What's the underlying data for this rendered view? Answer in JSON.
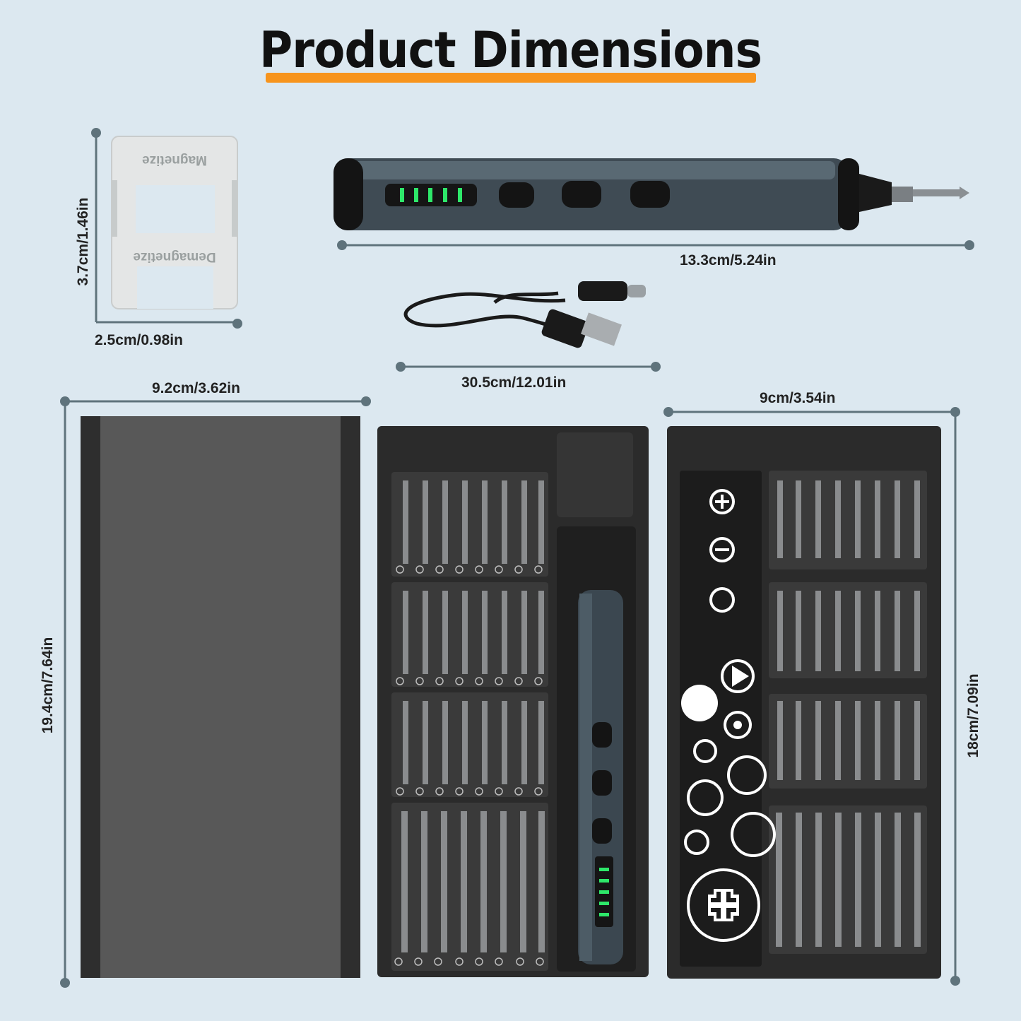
{
  "title": "Product Dimensions",
  "colors": {
    "background": "#dce8f0",
    "accent": "#f7941d",
    "dimension_line": "#5f737c",
    "led": "#2ee86a"
  },
  "magnetizer": {
    "label_top": "Magnetize",
    "label_bottom": "Demagnetize",
    "height_label": "3.7cm/1.46in",
    "width_label": "2.5cm/0.98in"
  },
  "screwdriver": {
    "length_label": "13.3cm/5.24in"
  },
  "cable": {
    "length_label": "30.5cm/12.01in"
  },
  "lid": {
    "width_label": "9.2cm/3.62in",
    "height_label": "19.4cm/7.64in"
  },
  "bit_case": {
    "width_label": "9cm/3.54in",
    "height_label": "18cm/7.09in"
  }
}
